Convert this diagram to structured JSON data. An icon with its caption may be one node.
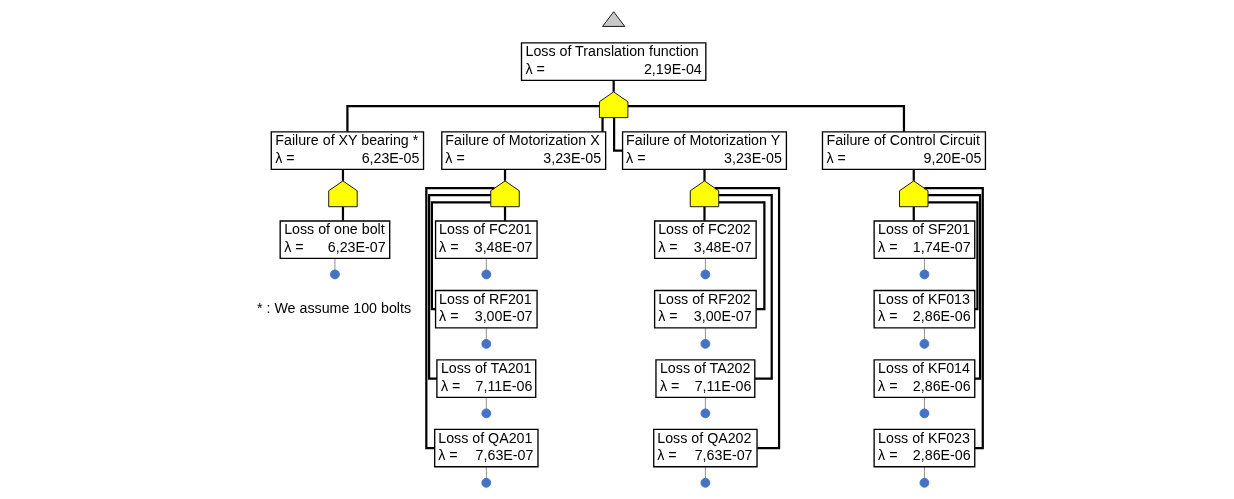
{
  "diagram": {
    "nodes": [
      {
        "text": [],
        "shape": "triangle"
      },
      {
        "text": [
          "Loss of Translation function",
          "λ =",
          "2,19E-04"
        ]
      },
      {
        "text": [],
        "shape": "gate"
      },
      {
        "text": [
          "Failure of XY bearing *",
          "λ =",
          "6,23E-05"
        ]
      },
      {
        "text": [
          "Failure of Motorization X",
          "λ =",
          "3,23E-05"
        ]
      },
      {
        "text": [
          "Failure of Motorization Y",
          "λ =",
          "3,23E-05"
        ]
      },
      {
        "text": [
          "Failure of Control Circuit",
          "λ =",
          "9,20E-05"
        ]
      },
      {
        "text": [],
        "shape": "gate"
      },
      {
        "text": [],
        "shape": "gate"
      },
      {
        "text": [],
        "shape": "gate"
      },
      {
        "text": [],
        "shape": "gate"
      },
      {
        "text": [
          "Loss of one bolt",
          "λ =",
          "6,23E-07"
        ]
      },
      {
        "text": [],
        "shape": "circle"
      },
      {
        "text": [
          "Loss of FC201",
          "λ =",
          "3,48E-07"
        ]
      },
      {
        "text": [],
        "shape": "circle"
      },
      {
        "text": [
          "Loss of RF201",
          "λ =",
          "3,00E-07"
        ]
      },
      {
        "text": [],
        "shape": "circle"
      },
      {
        "text": [
          "Loss of TA201",
          "λ =",
          "7,11E-06"
        ]
      },
      {
        "text": [],
        "shape": "circle"
      },
      {
        "text": [
          "Loss of QA201",
          "λ =",
          "7,63E-07"
        ]
      },
      {
        "text": [],
        "shape": "circle"
      },
      {
        "text": [
          "Loss of FC202",
          "λ =",
          "3,48E-07"
        ]
      },
      {
        "text": [],
        "shape": "circle"
      },
      {
        "text": [
          "Loss of RF202",
          "λ =",
          "3,00E-07"
        ]
      },
      {
        "text": [],
        "shape": "circle"
      },
      {
        "text": [
          "Loss of TA202",
          "λ =",
          "7,11E-06"
        ]
      },
      {
        "text": [],
        "shape": "circle"
      },
      {
        "text": [
          "Loss of QA202",
          "λ =",
          "7,63E-07"
        ]
      },
      {
        "text": [],
        "shape": "circle"
      },
      {
        "text": [
          "Loss of SF201",
          "λ =",
          "1,74E-07"
        ]
      },
      {
        "text": [],
        "shape": "circle"
      },
      {
        "text": [
          "Loss of KF013",
          "λ =",
          "2,86E-06"
        ]
      },
      {
        "text": [],
        "shape": "circle"
      },
      {
        "text": [
          "Loss of KF014",
          "λ =",
          "2,86E-06"
        ]
      },
      {
        "text": [],
        "shape": "circle"
      },
      {
        "text": [
          "Loss of KF023",
          "λ =",
          "2,86E-06"
        ]
      },
      {
        "text": [],
        "shape": "circle"
      }
    ],
    "edges": [
      {
        "from": 1,
        "to": 2,
        "arrow": "none"
      },
      {
        "from": 2,
        "to": 3,
        "arrow": "none"
      },
      {
        "from": 2,
        "to": 4,
        "arrow": "none"
      },
      {
        "from": 2,
        "to": 5,
        "arrow": "none"
      },
      {
        "from": 2,
        "to": 6,
        "arrow": "none"
      },
      {
        "from": 3,
        "to": 7,
        "arrow": "none"
      },
      {
        "from": 4,
        "to": 8,
        "arrow": "none"
      },
      {
        "from": 5,
        "to": 9,
        "arrow": "none"
      },
      {
        "from": 6,
        "to": 10,
        "arrow": "none"
      },
      {
        "from": 7,
        "to": 11,
        "arrow": "none"
      },
      {
        "from": 11,
        "to": 12,
        "arrow": "none"
      },
      {
        "from": 8,
        "to": 13,
        "arrow": "none"
      },
      {
        "from": 13,
        "to": 14,
        "arrow": "none"
      },
      {
        "from": 8,
        "to": 15,
        "arrow": "none"
      },
      {
        "from": 15,
        "to": 16,
        "arrow": "none"
      },
      {
        "from": 8,
        "to": 17,
        "arrow": "none"
      },
      {
        "from": 17,
        "to": 18,
        "arrow": "none"
      },
      {
        "from": 8,
        "to": 19,
        "arrow": "none"
      },
      {
        "from": 19,
        "to": 20,
        "arrow": "none"
      },
      {
        "from": 9,
        "to": 21,
        "arrow": "none"
      },
      {
        "from": 21,
        "to": 22,
        "arrow": "none"
      },
      {
        "from": 9,
        "to": 23,
        "arrow": "none"
      },
      {
        "from": 23,
        "to": 24,
        "arrow": "none"
      },
      {
        "from": 9,
        "to": 25,
        "arrow": "none"
      },
      {
        "from": 25,
        "to": 26,
        "arrow": "none"
      },
      {
        "from": 9,
        "to": 27,
        "arrow": "none"
      },
      {
        "from": 27,
        "to": 28,
        "arrow": "none"
      },
      {
        "from": 10,
        "to": 29,
        "arrow": "none"
      },
      {
        "from": 29,
        "to": 30,
        "arrow": "none"
      },
      {
        "from": 10,
        "to": 31,
        "arrow": "none"
      },
      {
        "from": 31,
        "to": 32,
        "arrow": "none"
      },
      {
        "from": 10,
        "to": 33,
        "arrow": "none"
      },
      {
        "from": 33,
        "to": 34,
        "arrow": "none"
      },
      {
        "from": 10,
        "to": 35,
        "arrow": "none"
      },
      {
        "from": 35,
        "to": 36,
        "arrow": "none"
      }
    ],
    "labels": [
      "* : We assume 100 bolts"
    ]
  }
}
